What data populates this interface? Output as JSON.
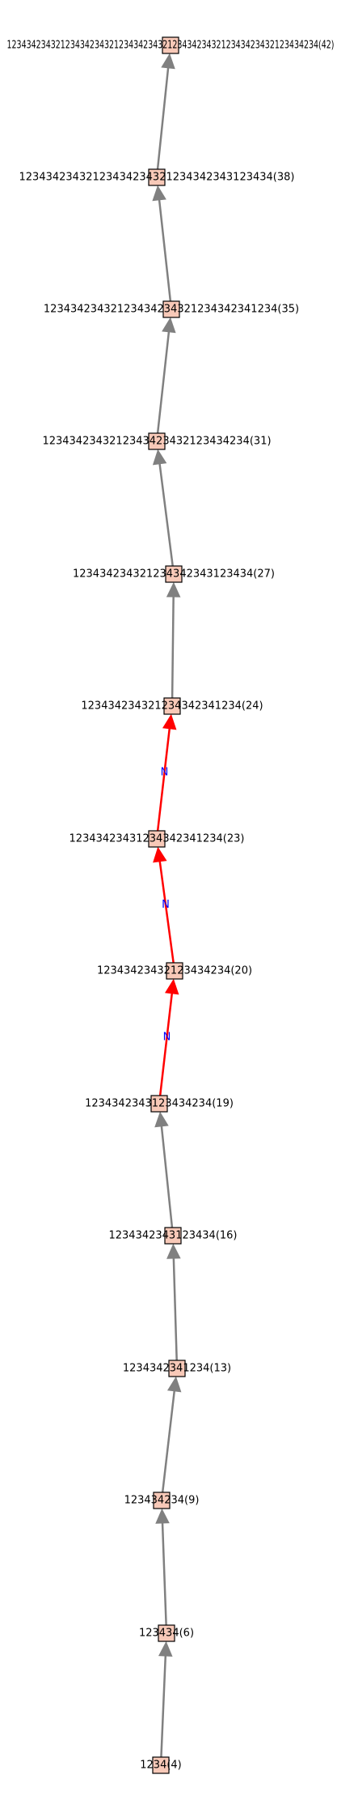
{
  "colors": {
    "node_fill": "#f8c9b8",
    "node_stroke": "#000000",
    "edge_normal": "#808080",
    "edge_highlight": "#ff0000",
    "edge_label": "#0000ff",
    "text": "#000000"
  },
  "node_icon": "square-node-icon",
  "nodes": [
    {
      "id": "n42",
      "label": "1234342343212343423432123434234321234342343212343423432123434234(42)"
    },
    {
      "id": "n38",
      "label": "12343423432123434234321234342343123434(38)"
    },
    {
      "id": "n35",
      "label": "12343423432123434234321234342341234(35)"
    },
    {
      "id": "n31",
      "label": "1234342343212343423432123434234(31)"
    },
    {
      "id": "n27",
      "label": "123434234321234342343123434(27)"
    },
    {
      "id": "n24",
      "label": "123434234321234342341234(24)"
    },
    {
      "id": "n23",
      "label": "12343423431234342341234(23)"
    },
    {
      "id": "n20",
      "label": "12343423432123434234(20)"
    },
    {
      "id": "n19",
      "label": "1234342343123434234(19)"
    },
    {
      "id": "n16",
      "label": "1234342343123434(16)"
    },
    {
      "id": "n13",
      "label": "1234342341234(13)"
    },
    {
      "id": "n9",
      "label": "123434234(9)"
    },
    {
      "id": "n6",
      "label": "123434(6)"
    },
    {
      "id": "n4",
      "label": "1234(4)"
    }
  ],
  "edges": [
    {
      "from": "n38",
      "to": "n42",
      "highlight": false,
      "label": ""
    },
    {
      "from": "n35",
      "to": "n38",
      "highlight": false,
      "label": ""
    },
    {
      "from": "n31",
      "to": "n35",
      "highlight": false,
      "label": ""
    },
    {
      "from": "n27",
      "to": "n31",
      "highlight": false,
      "label": ""
    },
    {
      "from": "n24",
      "to": "n27",
      "highlight": false,
      "label": ""
    },
    {
      "from": "n23",
      "to": "n24",
      "highlight": true,
      "label": "N"
    },
    {
      "from": "n20",
      "to": "n23",
      "highlight": true,
      "label": "N"
    },
    {
      "from": "n19",
      "to": "n20",
      "highlight": true,
      "label": "N"
    },
    {
      "from": "n16",
      "to": "n19",
      "highlight": false,
      "label": ""
    },
    {
      "from": "n13",
      "to": "n16",
      "highlight": false,
      "label": ""
    },
    {
      "from": "n9",
      "to": "n13",
      "highlight": false,
      "label": ""
    },
    {
      "from": "n6",
      "to": "n9",
      "highlight": false,
      "label": ""
    },
    {
      "from": "n4",
      "to": "n6",
      "highlight": false,
      "label": ""
    }
  ]
}
